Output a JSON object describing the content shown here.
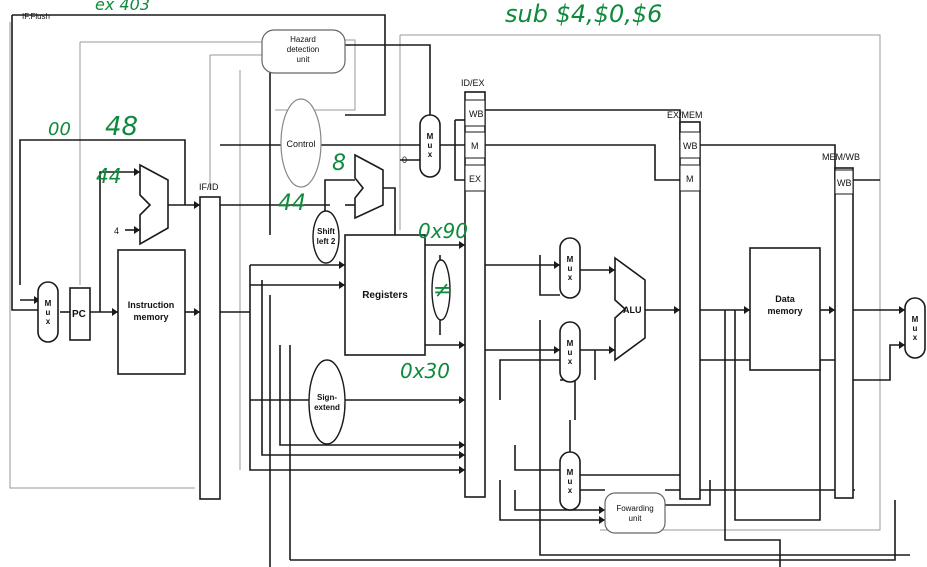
{
  "handwritten": {
    "top_instruction": "sub $4,$0,$6",
    "top_left_scribble": "ex 403",
    "pc_value": "48",
    "pc_prefix": "00",
    "adder_out": "44",
    "id_adder_out": "44",
    "branch_const": "8",
    "reg_read1": "0x90",
    "reg_read2": "0x30",
    "reg_compare": "≠"
  },
  "labels": {
    "if_flush": "IF.Flush",
    "hazard": "Hazard detection unit",
    "control": "Control",
    "if_id": "IF/ID",
    "id_ex": "ID/EX",
    "ex_mem": "EX/MEM",
    "mem_wb": "MEM/WB",
    "wb": "WB",
    "m": "M",
    "ex": "EX",
    "pc": "PC",
    "imem": "Instruction memory",
    "registers": "Registers",
    "shift": "Shift left 2",
    "sign": "Sign-extend",
    "alu": "ALU",
    "dmem": "Data memory",
    "forwarding": "Fowarding unit",
    "mux": "Mux",
    "const4": "4",
    "const0": "0"
  },
  "colors": {
    "ink": "#1a1a1a",
    "faint": "#8c8c8c",
    "pen": "#0f8a3c"
  }
}
